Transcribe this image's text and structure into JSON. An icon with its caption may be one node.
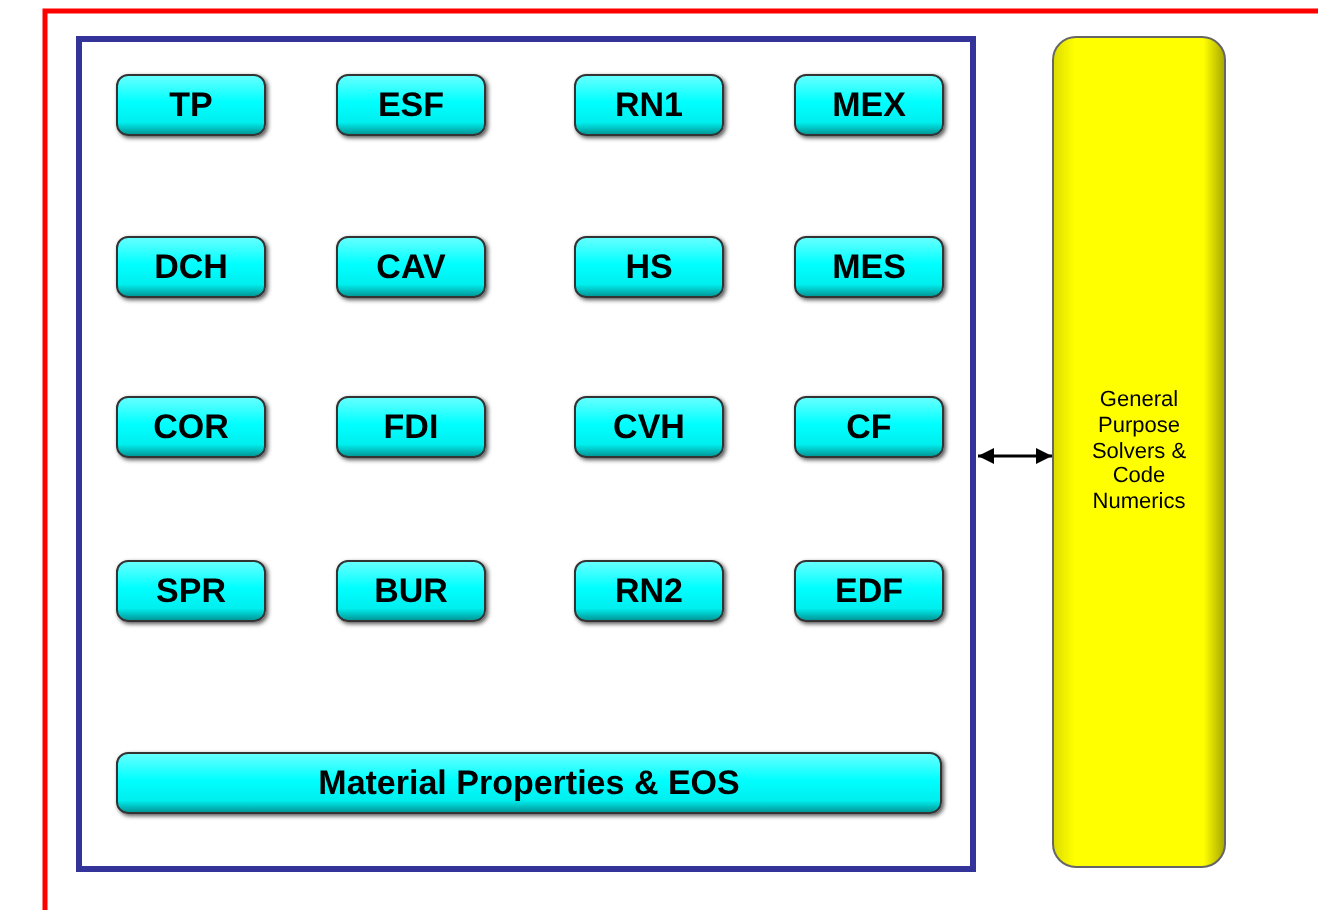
{
  "diagram": {
    "nodes": [
      {
        "text": [],
        "shape": "box"
      },
      {
        "text": [
          "TP"
        ],
        "in": 0
      },
      {
        "text": [
          "ESF"
        ],
        "in": 0
      },
      {
        "text": [
          "RN1"
        ],
        "in": 0
      },
      {
        "text": [
          "MEX"
        ],
        "in": 0
      },
      {
        "text": [
          "DCH"
        ],
        "in": 0
      },
      {
        "text": [
          "CAV"
        ],
        "in": 0
      },
      {
        "text": [
          "HS"
        ],
        "in": 0
      },
      {
        "text": [
          "MES"
        ],
        "in": 0
      },
      {
        "text": [
          "COR"
        ],
        "in": 0
      },
      {
        "text": [
          "FDI"
        ],
        "in": 0
      },
      {
        "text": [
          "CVH"
        ],
        "in": 0
      },
      {
        "text": [
          "CF"
        ],
        "in": 0
      },
      {
        "text": [
          "SPR"
        ],
        "in": 0
      },
      {
        "text": [
          "BUR"
        ],
        "in": 0
      },
      {
        "text": [
          "RN2"
        ],
        "in": 0
      },
      {
        "text": [
          "EDF"
        ],
        "in": 0
      },
      {
        "text": [
          "Material Properties & EOS"
        ],
        "in": 0
      },
      {
        "text": [
          "General Purpose Solvers & Code Numerics"
        ]
      }
    ],
    "edges": [
      {
        "from": 0,
        "to": 18,
        "arrow": "both"
      }
    ]
  }
}
